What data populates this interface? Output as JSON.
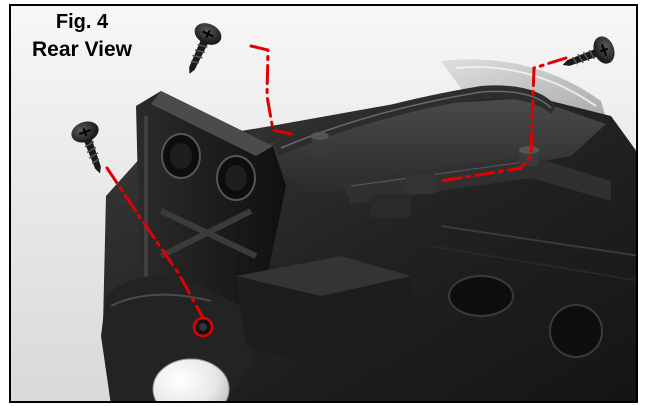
{
  "figure": {
    "number_label": "Fig. 4",
    "view_label": "Rear View"
  },
  "illustration": {
    "subject": "black plastic housing, rear view",
    "callout_color": "#e00000",
    "housing_color": "#1f1f1f",
    "screw_count": 3,
    "screw_icon": "phillips-screw-icon",
    "white_knob_color": "#f2f2f2"
  }
}
